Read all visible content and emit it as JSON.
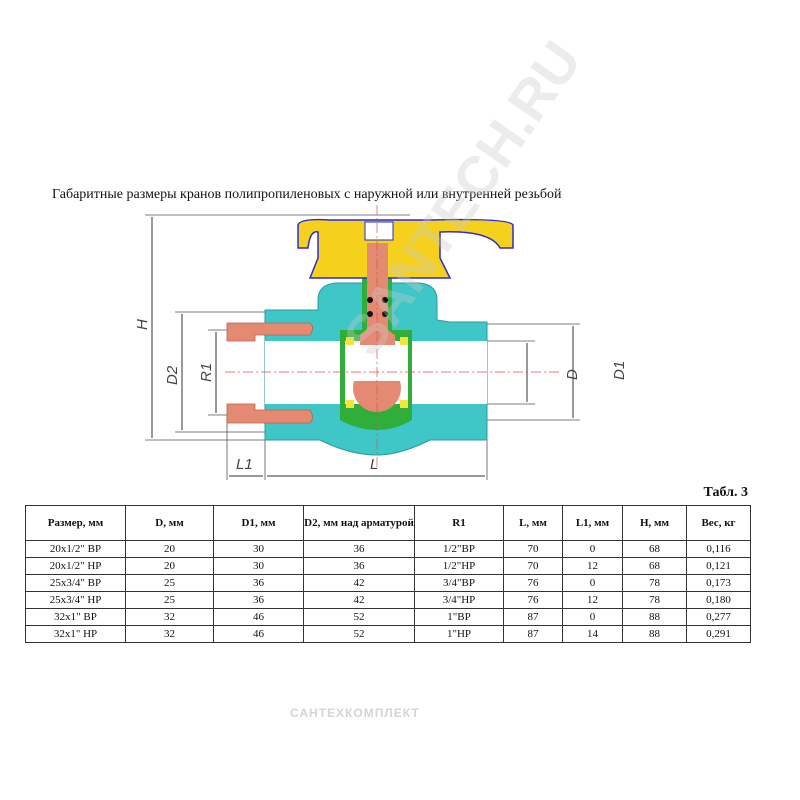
{
  "title": "Габаритные размеры кранов полипропиленовых с наружной или внутренней резьбой",
  "diagram": {
    "labels": {
      "H": "H",
      "D2": "D2",
      "R1": "R1",
      "D": "D",
      "D1": "D1",
      "L1": "L1",
      "L": "L"
    }
  },
  "colors": {
    "handle": "#f5d11e",
    "handle_outline": "#2a2ad8",
    "body": "#3fc6c6",
    "stem": "#e48a72",
    "seal": "#2fae3a",
    "seat": "#f5e33a"
  },
  "table": {
    "caption": "Табл. 3",
    "headers": [
      "Размер, мм",
      "D, мм",
      "D1, мм",
      "D2, мм над арматурой",
      "R1",
      "L, мм",
      "L1, мм",
      "H, мм",
      "Вес, кг"
    ],
    "rows": [
      [
        "20x1/2\" ВР",
        "20",
        "30",
        "36",
        "1/2\"ВР",
        "70",
        "0",
        "68",
        "0,116"
      ],
      [
        "20x1/2\" НР",
        "20",
        "30",
        "36",
        "1/2\"НР",
        "70",
        "12",
        "68",
        "0,121"
      ],
      [
        "25x3/4\" ВР",
        "25",
        "36",
        "42",
        "3/4\"ВР",
        "76",
        "0",
        "78",
        "0,173"
      ],
      [
        "25x3/4\" НР",
        "25",
        "36",
        "42",
        "3/4\"НР",
        "76",
        "12",
        "78",
        "0,180"
      ],
      [
        "32x1\" ВР",
        "32",
        "46",
        "52",
        "1\"ВР",
        "87",
        "0",
        "88",
        "0,277"
      ],
      [
        "32x1\" НР",
        "32",
        "46",
        "52",
        "1\"НР",
        "87",
        "14",
        "88",
        "0,291"
      ]
    ]
  },
  "watermark": "САНТЕХКОМПЛЕКТ",
  "watermark_diag": "SANTECH.RU"
}
